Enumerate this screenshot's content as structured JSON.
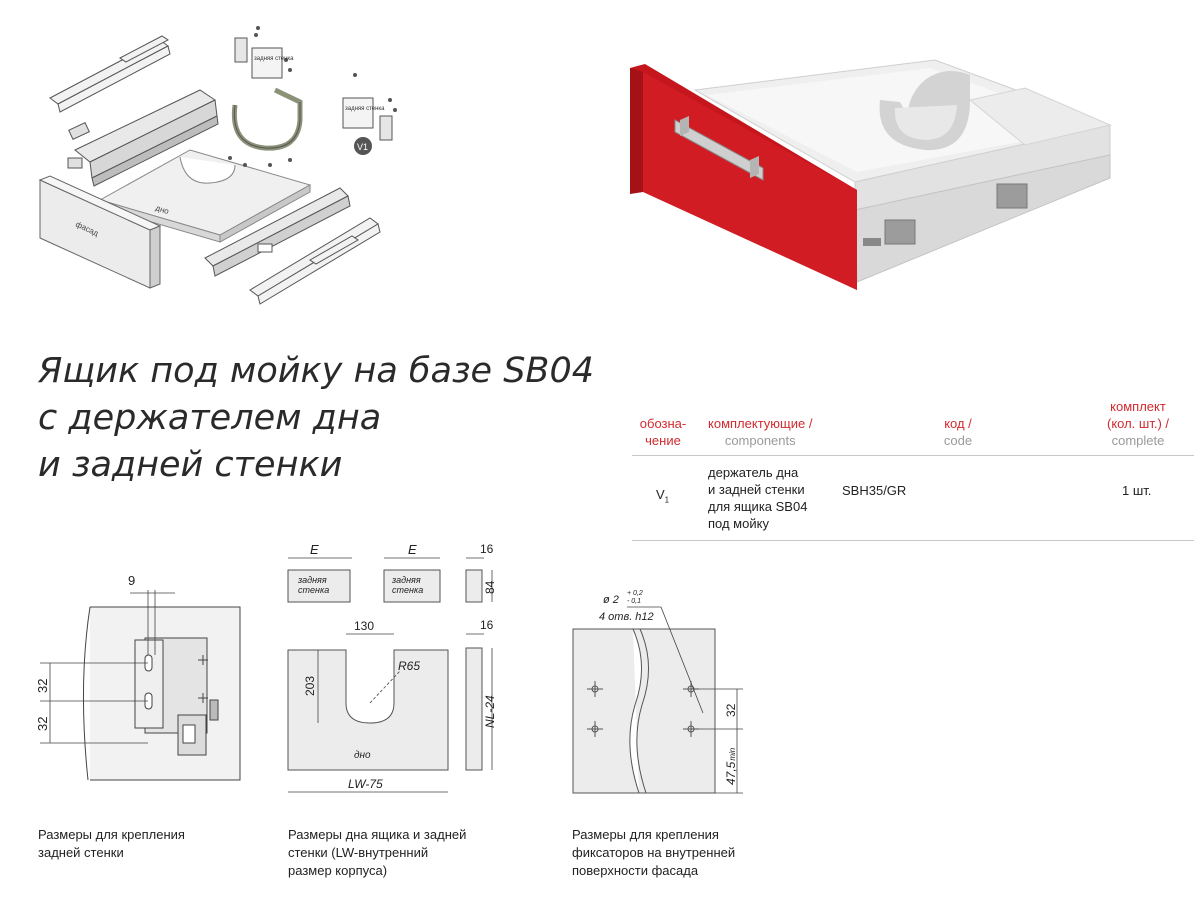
{
  "exploded_view": {
    "labels": {
      "facade": "фасад",
      "bottom": "дно",
      "back_wall_left": "задняя стенка",
      "back_wall_right": "задняя стенка",
      "marker": "V1"
    }
  },
  "title": {
    "line1": "Ящик под мойку на базе SB04",
    "line2": "с держателем дна",
    "line3": "и задней стенки"
  },
  "spec_table": {
    "headers": {
      "designation_ru": "обозна-\nчение",
      "components_ru": "комплектующие /",
      "components_en": "components",
      "code_ru": "код /",
      "code_en": "code",
      "complete_ru": "комплект\n(кол. шт.) /",
      "complete_en": "complete"
    },
    "rows": [
      {
        "designation": "V",
        "designation_sub": "1",
        "component": "держатель дна\nи задней стенки\nдля ящика SB04\nпод мойку",
        "code": "SBH35/GR",
        "complete": "1 шт."
      }
    ]
  },
  "diagram_back_wall": {
    "dim_top": "9",
    "dim_left_1": "32",
    "dim_left_2": "32",
    "caption": "Размеры для крепления\nзадней стенки"
  },
  "diagram_bottom": {
    "dim_e1": "E",
    "dim_e2": "E",
    "dim_16a": "16",
    "dim_84": "84",
    "dim_16b": "16",
    "dim_130": "130",
    "dim_r65": "R65",
    "dim_203": "203",
    "dim_nl": "NL-24",
    "dim_lw": "LW-75",
    "label_back_1": "задняя\nстенка",
    "label_back_2": "задняя\nстенка",
    "label_bottom": "дно",
    "caption": "Размеры дна ящика и задней\nстенки (LW-внутренний\nразмер корпуса)"
  },
  "diagram_facade": {
    "hole_dia": "ø 2",
    "hole_tol_top": "+ 0,2",
    "hole_tol_bot": "- 0,1",
    "hole_note": "4 отв. h12",
    "dim_32": "32",
    "dim_47": "47,5",
    "dim_47_sub": "min",
    "caption": "Размеры для крепления\nфиксаторов на внутренней\nповерхности фасада"
  },
  "colors": {
    "accent_red": "#d12a2f",
    "facade_red": "#c4161c",
    "gray_text": "#9a9a9a"
  }
}
